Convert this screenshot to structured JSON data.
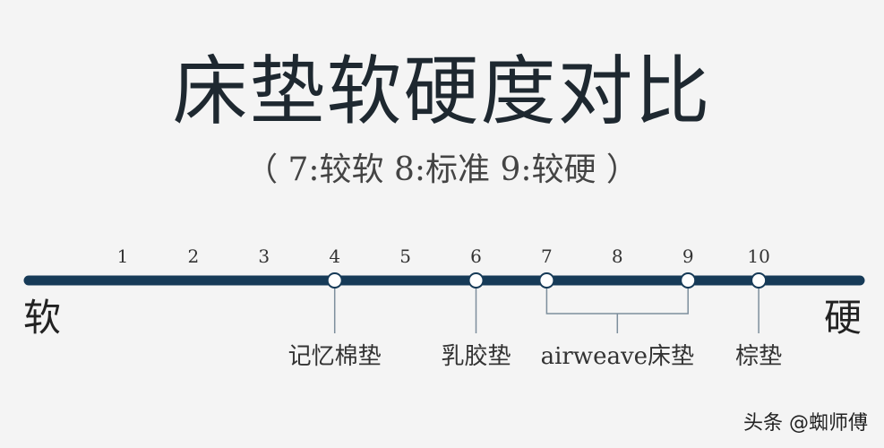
{
  "title": "床垫软硬度对比",
  "subtitle": "（ 7:较软  8:标准  9:较硬 ）",
  "scale": {
    "ticks": [
      "1",
      "2",
      "3",
      "4",
      "5",
      "6",
      "7",
      "8",
      "9",
      "10"
    ],
    "soft_label": "软",
    "hard_label": "硬"
  },
  "markers": [
    {
      "label": "记忆棉垫",
      "values": [
        4
      ]
    },
    {
      "label": "乳胶垫",
      "values": [
        6
      ]
    },
    {
      "label": "airweave床垫",
      "values": [
        7,
        9
      ]
    },
    {
      "label": "棕垫",
      "values": [
        10
      ]
    }
  ],
  "colors": {
    "axis": "#163a57",
    "leader": "#7d8e9c",
    "background": "#f4f4f4"
  },
  "watermark": "头条 @蜘师傅"
}
